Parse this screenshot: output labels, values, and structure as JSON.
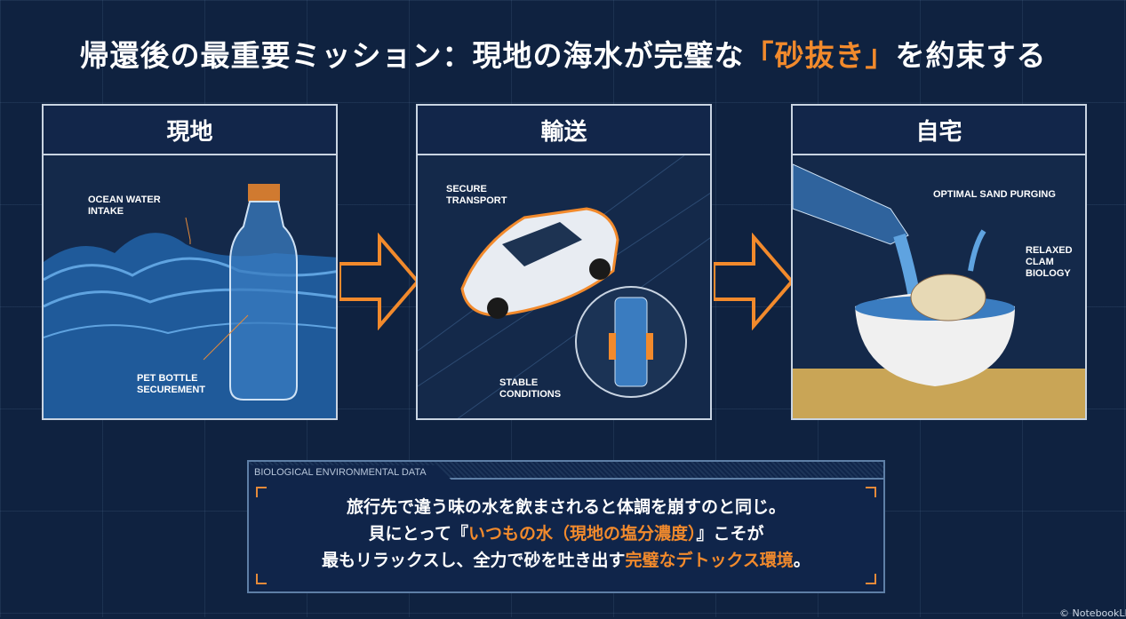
{
  "title": {
    "before": "帰還後の最重要ミッション：現地の海水が完璧な",
    "highlight": "「砂抜き」",
    "after": "を約束する"
  },
  "panels": [
    {
      "title": "現地",
      "labels": [
        "OCEAN WATER\nINTAKE",
        "PET BOTTLE\nSECUREMENT"
      ]
    },
    {
      "title": "輸送",
      "labels": [
        "SECURE\nTRANSPORT",
        "STABLE\nCONDITIONS"
      ]
    },
    {
      "title": "自宅",
      "labels": [
        "OPTIMAL SAND PURGING",
        "RELAXED\nCLAM\nBIOLOGY"
      ]
    }
  ],
  "data_box": {
    "header": "BIOLOGICAL ENVIRONMENTAL DATA",
    "line1": "旅行先で違う味の水を飲まされると体調を崩すのと同じ。",
    "line2_a": "貝にとって『",
    "line2_hl": "いつもの水（現地の塩分濃度）",
    "line2_b": "』こそが",
    "line3_a": "最もリラックスし、全力で砂を吐き出す",
    "line3_hl": "完璧なデトックス環境",
    "line3_b": "。"
  },
  "watermark": "© NotebookLM",
  "colors": {
    "background": "#0f2240",
    "accent": "#f28a2c",
    "water": "#3a7cc0"
  }
}
